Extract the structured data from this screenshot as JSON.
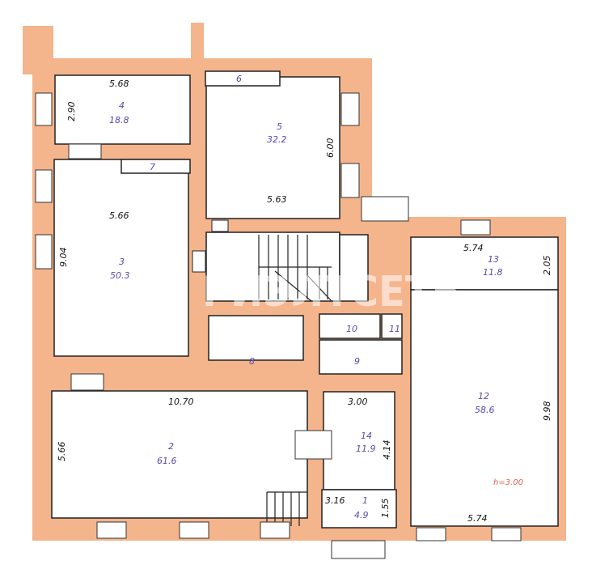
{
  "title": "Floor plan",
  "watermark": "РИЭЛТСЕТЬ",
  "colors": {
    "wall": "#f4b48c",
    "label": "#5a4aa8",
    "height_note": "#e0604a"
  },
  "rooms": [
    {
      "number": "1",
      "area": "4.9"
    },
    {
      "number": "2",
      "area": "61.6"
    },
    {
      "number": "3",
      "area": "50.3"
    },
    {
      "number": "4",
      "area": "18.8"
    },
    {
      "number": "5",
      "area": "32.2"
    },
    {
      "number": "6"
    },
    {
      "number": "7"
    },
    {
      "number": "8"
    },
    {
      "number": "9"
    },
    {
      "number": "10"
    },
    {
      "number": "11"
    },
    {
      "number": "12",
      "area": "58.6"
    },
    {
      "number": "13",
      "area": "11.8"
    },
    {
      "number": "14",
      "area": "11.9"
    }
  ],
  "dimensions": {
    "r4_w": "5.68",
    "r4_h": "2.90",
    "r5_w": "5.63",
    "r5_h": "6.00",
    "r3_w": "5.66",
    "r3_h": "9.04",
    "r13_w": "5.74",
    "r13_h": "2.05",
    "r12_w": "5.74",
    "r12_h": "9.98",
    "r2_w": "10.70",
    "r2_h": "5.66",
    "r14_w": "3.00",
    "r14_h": "4.14",
    "r1_w": "3.16",
    "r1_h": "1.55"
  },
  "ceiling_height": "h=3.00"
}
